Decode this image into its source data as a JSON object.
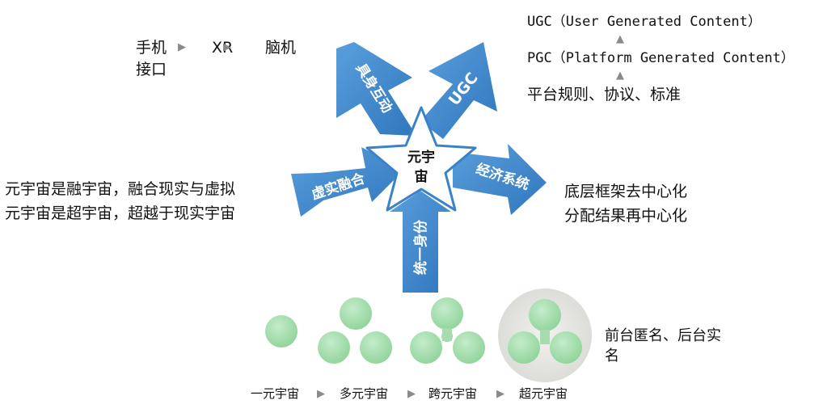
{
  "center": {
    "label_line1": "元宇",
    "label_line2": "宙"
  },
  "arrows": {
    "top_left": "具身互动",
    "top_right": "UGC",
    "left": "虚实融合",
    "right": "经济系统",
    "bottom": "统一身份"
  },
  "interface": {
    "item1": "手机",
    "item2": "XR",
    "item3": "脑机",
    "item4": "接口"
  },
  "content": {
    "ugc": "UGC（User Generated Content）",
    "pgc": "PGC（Platform Generated Content）",
    "rules": "平台规则、协议、标准"
  },
  "fusion": {
    "line1": "元宇宙是融宇宙，融合现实与虚拟",
    "line2": "元宇宙是超宇宙，超越于现实宇宙"
  },
  "economy": {
    "line1": "底层框架去中心化",
    "line2": "分配结果再中心化"
  },
  "identity": {
    "line1": "前台匿名、后台实",
    "line2": "名"
  },
  "evolution": {
    "stage1": "一元宇宙",
    "stage2": "多元宇宙",
    "stage3": "跨元宇宙",
    "stage4": "超元宇宙"
  },
  "colors": {
    "arrow_blue": "#3f87cc",
    "bubble_green": "#a6dcae",
    "halo_gray": "#e3e3e0"
  }
}
